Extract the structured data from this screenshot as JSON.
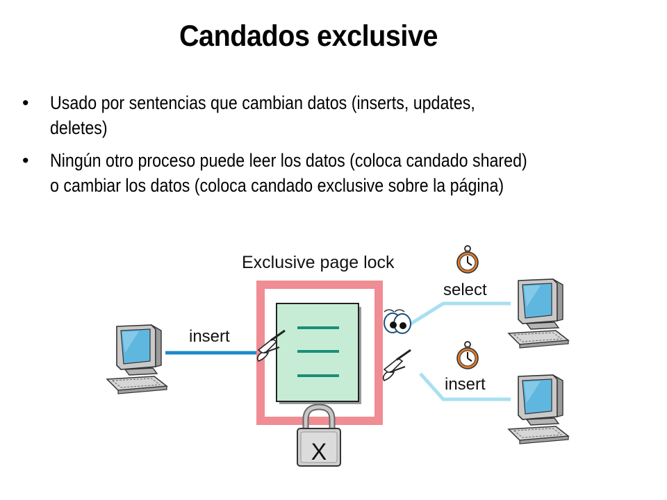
{
  "title": "Candados exclusive",
  "bullets": [
    {
      "marker": "•",
      "lines": [
        "Usado por sentencias que cambian datos (inserts, updates,",
        "deletes)"
      ]
    },
    {
      "marker": "•",
      "lines": [
        "Ningún otro proceso puede leer los datos (coloca candado shared)",
        "o cambiar los datos (coloca candado exclusive sobre la página)"
      ]
    }
  ],
  "diagram": {
    "page_lock_label": "Exclusive page lock",
    "left_action_label": "insert",
    "top_right_action_label": "select",
    "bottom_right_action_label": "insert",
    "lock_symbol": "X",
    "colors": {
      "lock_frame": "#f08c93",
      "page_fill": "#c6ecd6",
      "page_lines": "#1a8f78",
      "left_connection": "#1f8ac9",
      "right_connections": "#a9dff0",
      "monitor_screen": "#5fb7df"
    },
    "icons": [
      "computer-icon",
      "pen-hand-icon",
      "eyes-icon",
      "stopwatch-icon",
      "padlock-icon",
      "data-page-icon"
    ]
  }
}
